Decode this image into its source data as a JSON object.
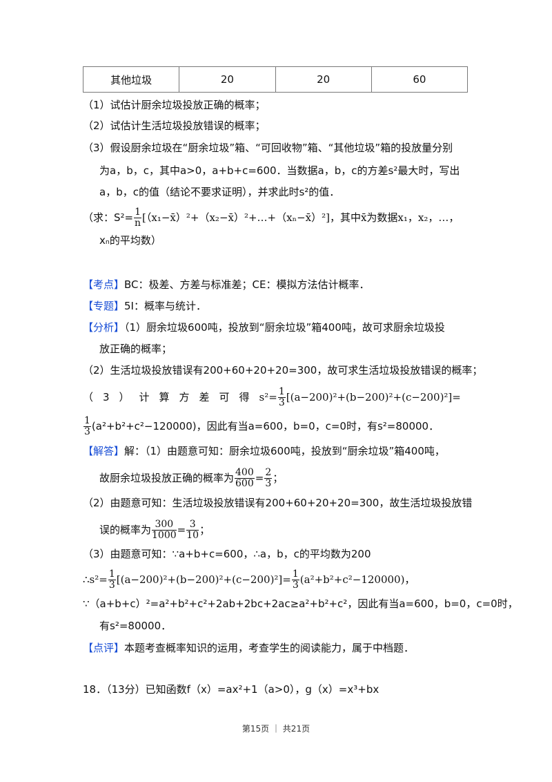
{
  "table": {
    "row": [
      "其他垃圾",
      "20",
      "20",
      "60"
    ]
  },
  "q": {
    "p1": "（1）试估计厨余垃圾投放正确的概率；",
    "p2": "（2）试估计生活垃圾投放错误的概率；",
    "p3a": "（3）假设厨余垃圾在“厨余垃圾”箱、“可回收物”箱、“其他垃圾”箱的投放量分别",
    "p3b": "为a，b，c，其中a>0，a+b+c=600．当数据a，b，c的方差s²最大时，写出",
    "p3c": "a，b，c的值（结论不要求证明），并求此时s²的值．",
    "hint_a": "（求：S²=",
    "hint_formula": "[（x₁−x̄）²+（x₂−x̄）²+…+（xₙ−x̄）²]，其中x̄为数据x₁，x₂，…，",
    "hint_b": "xₙ的平均数）"
  },
  "kaodian": {
    "tag": "【考点】",
    "text": "BC：极差、方差与标准差；CE：模拟方法估计概率．"
  },
  "zhuanti": {
    "tag": "【专题】",
    "text": "5I：概率与统计．"
  },
  "fenxi": {
    "tag": "【分析】",
    "l1": "（1）厨余垃圾600吨，投放到“厨余垃圾”箱400吨，故可求厨余垃圾投",
    "l2": "放正确的概率；",
    "l3": "（2）生活垃圾投放错误有200+60+20+20=300，故可求生活垃圾投放错误的概率；",
    "l4a": "（3）计算方差可得",
    "l4b": "s²=",
    "l4c": "[(a−200)²+(b−200)²+(c−200)²]=",
    "l5": "(a²+b²+c²−120000)，因此有当a=600，b=0，c=0时，有s²=80000．"
  },
  "jieda": {
    "tag": "【解答】",
    "l1": "解：（1）由题意可知：厨余垃圾600吨，投放到“厨余垃圾”箱400吨，",
    "l2": "故厨余垃圾投放正确的概率为",
    "l2b": "；",
    "f1n": "400",
    "f1d": "600",
    "f2n": "2",
    "f2d": "3",
    "l3": "（2）由题意可知：生活垃圾投放错误有200+60+20+20=300，故生活垃圾投放错",
    "l4": "误的概率为",
    "l4b": "；",
    "f3n": "300",
    "f3d": "1000",
    "f4n": "3",
    "f4d": "10",
    "l5": "（3）由题意可知：∵a+b+c=600，∴a，b，c的平均数为200",
    "l6a": "∴s²=",
    "l6b": "[(a−200)²+(b−200)²+(c−200)²]=",
    "l6c": "(a²+b²+c²−120000)，",
    "l7": "∵（a+b+c）²=a²+b²+c²+2ab+2bc+2ac≥a²+b²+c²，因此有当a=600，b=0，c=0时，",
    "l8": "有s²=80000．"
  },
  "dianping": {
    "tag": "【点评】",
    "text": "本题考查概率知识的运用，考查学生的阅读能力，属于中档题．"
  },
  "q18": "18．（13分）已知函数f（x）=ax²+1（a>0），g（x）=x³+bx",
  "frac": {
    "one": "1",
    "n": "n",
    "three": "3"
  },
  "footer": "第15页 ｜ 共21页",
  "colors": {
    "tag": "#1a4fd6",
    "text": "#111111"
  }
}
